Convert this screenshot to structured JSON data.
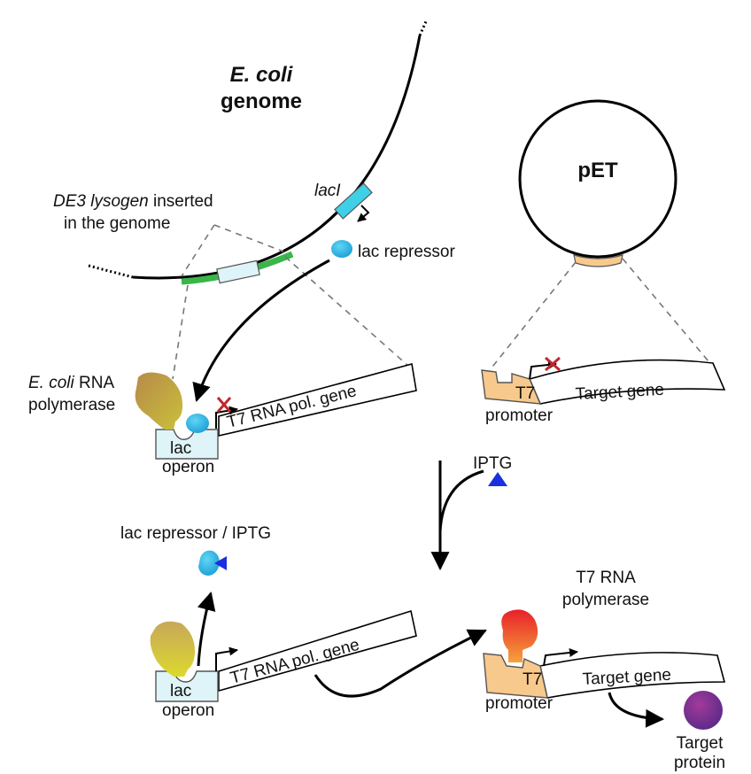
{
  "genome": {
    "title_line1": "E. coli",
    "title_line2": "genome",
    "lacI_label": "lacI",
    "lac_repressor_label": "lac repressor",
    "dE3_label_italic": "DE3 lysogen",
    "dE3_label_rest": " inserted",
    "dE3_label_line2": "in the genome"
  },
  "plasmid": {
    "name": "pET"
  },
  "top_left_construct": {
    "polymerase_label_italic": "E. coli",
    "polymerase_label_rest": " RNA",
    "polymerase_label_line2": "polymerase",
    "operator_line1": "lac",
    "operator_line2": "operon",
    "gene_label": "T7 RNA pol. gene"
  },
  "top_right_construct": {
    "promoter_box": "T7",
    "promoter_label": "promoter",
    "gene_label": "Target gene"
  },
  "inducer": {
    "label": "IPTG"
  },
  "bottom_left_construct": {
    "complex_label": "lac repressor / IPTG",
    "operator_line1": "lac",
    "operator_line2": "operon",
    "gene_label": "T7 RNA pol. gene"
  },
  "bottom_right_construct": {
    "polymerase_line1": "T7 RNA",
    "polymerase_line2": "polymerase",
    "promoter_box": "T7",
    "promoter_label": "promoter",
    "gene_label": "Target gene",
    "product_line1": "Target",
    "product_line2": "protein"
  },
  "colors": {
    "lacI_gene": "#3fd0e8",
    "repressor": "#29b6e6",
    "dE3_green": "#3ab54a",
    "operator_fill": "#dff4f8",
    "t7_promoter": "#f8c98c",
    "iptg_blue": "#1a2fe0",
    "red_x": "#c0282d",
    "target_protein": "#7a2c90"
  }
}
